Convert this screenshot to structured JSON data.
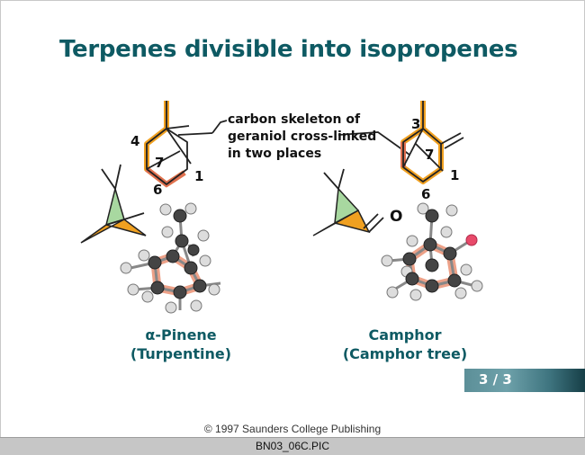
{
  "slide": {
    "title": "Terpenes divisible into isopropenes",
    "callout_lines": [
      "carbon skeleton of",
      "geraniol cross-linked",
      "in two places"
    ],
    "page_indicator": "3 / 3",
    "copyright": "© 1997 Saunders College Publishing",
    "filename": "BN03_06C.PIC"
  },
  "molecules": {
    "pinene": {
      "name": "α-Pinene",
      "common_name": "(Turpentine)",
      "atom_labels": {
        "c4": "4",
        "c7": "7",
        "c1": "1",
        "c6": "6"
      }
    },
    "camphor": {
      "name": "Camphor",
      "common_name": "(Camphor tree)",
      "atom_labels": {
        "c3": "3",
        "c7": "7",
        "c1": "1",
        "c6": "6",
        "oxygen": "O"
      }
    }
  },
  "colors": {
    "title": "#0e5a63",
    "isoprene_orange": "#f0a020",
    "highlight_red": "#e07050",
    "bridge_green": "#a8d8a0",
    "atom_carbon": "#444444",
    "atom_hydrogen": "#dddddd",
    "atom_oxygen": "#e84a6a"
  }
}
